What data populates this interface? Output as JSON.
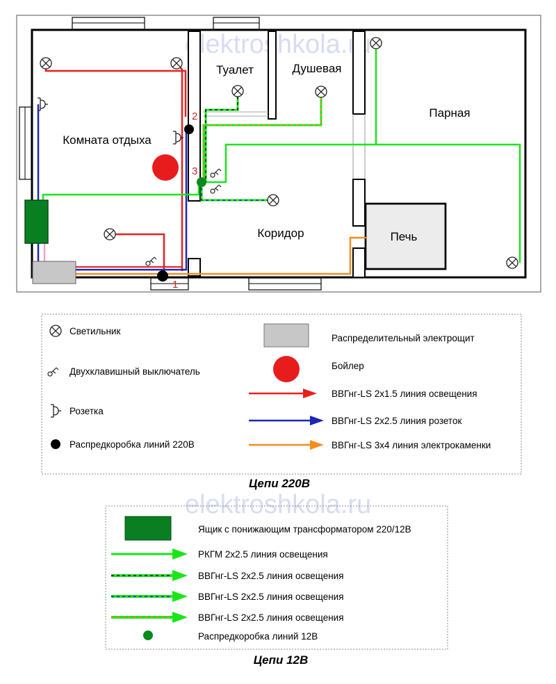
{
  "watermark": "elektroshkola.ru",
  "colors": {
    "red": "#e8201c",
    "blue": "#1d27b4",
    "orange": "#f58c1c",
    "green": "#19e619",
    "dark_green": "#0a7f22",
    "panel_gray": "#c7c7c7",
    "boiler_red": "#e81c1c"
  },
  "plan": {
    "rooms": {
      "rest_room": "Комната отдыха",
      "toilet": "Туалет",
      "shower": "Душевая",
      "steam_room": "Парная",
      "corridor": "Коридор",
      "stove": "Печь"
    },
    "junctions": [
      "1",
      "2",
      "3"
    ],
    "icons": [
      "lamp-icon",
      "switch-icon",
      "socket-icon",
      "junction-box-icon",
      "boiler-icon",
      "distribution-panel-icon",
      "transformer-box-icon"
    ]
  },
  "legend_220": {
    "caption": "Цепи 220В",
    "left_items": [
      {
        "icon": "lamp-icon",
        "label": "Светильник"
      },
      {
        "icon": "switch-icon",
        "label": "Двухклавишный выключатель"
      },
      {
        "icon": "socket-icon",
        "label": "Розетка"
      },
      {
        "icon": "junction-box-icon",
        "label": "Распредкоробка линий 220В"
      }
    ],
    "right_items": [
      {
        "icon": "distribution-panel-icon",
        "label": "Распределительный электрощит"
      },
      {
        "icon": "boiler-icon",
        "label": "Бойлер"
      },
      {
        "icon": "arrow-red",
        "label": "ВВГнг-LS 2х1.5 линия освещения",
        "color": "#e8201c"
      },
      {
        "icon": "arrow-blue",
        "label": "ВВГнг-LS 2х2.5 линия розеток",
        "color": "#1d27b4"
      },
      {
        "icon": "arrow-orange",
        "label": "ВВГнг-LS 3х4 линия электрокаменки",
        "color": "#f58c1c"
      }
    ]
  },
  "legend_12": {
    "caption": "Цепи 12В",
    "items": [
      {
        "icon": "transformer-box-icon",
        "label": "Ящик с понижающим трансформатором 220/12В"
      },
      {
        "icon": "arrow-green",
        "label": "РКГМ 2х2.5 линия освещения"
      },
      {
        "icon": "arrow-green-black",
        "label": "ВВГнг-LS 2х2.5 линия освещения"
      },
      {
        "icon": "arrow-green-blue",
        "label": "ВВГнг-LS 2х2.5 линия освещения"
      },
      {
        "icon": "arrow-green-orange",
        "label": "ВВГнг-LS 2х2.5 линия освещения"
      },
      {
        "icon": "junction-box-12v-icon",
        "label": "Распредкоробка линий 12В"
      }
    ]
  }
}
